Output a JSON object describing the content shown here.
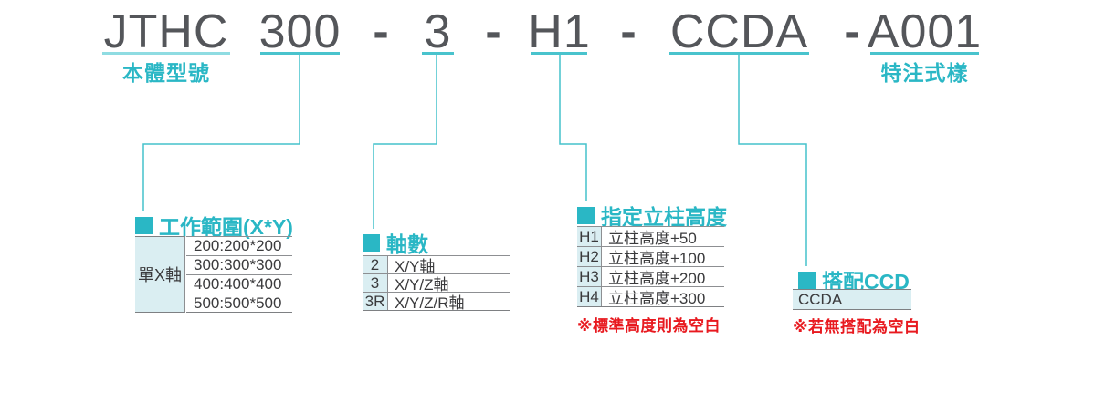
{
  "title_bar": {
    "separator": "-",
    "segments": [
      {
        "text": "JTHC",
        "sublabel": "本體型號"
      },
      {
        "text": "300"
      },
      {
        "text": "3"
      },
      {
        "text": "H1"
      },
      {
        "text": "CCDA"
      },
      {
        "text": "A001",
        "sublabel": "特注式樣"
      }
    ]
  },
  "panels": {
    "work_range": {
      "title": "工作範圍(X*Y)",
      "row_header": "單X軸",
      "values": [
        "200:200*200",
        "300:300*300",
        "400:400*400",
        "500:500*500"
      ]
    },
    "axis_count": {
      "title": "軸數",
      "rows": [
        {
          "code": "2",
          "desc": "X/Y軸"
        },
        {
          "code": "3",
          "desc": "X/Y/Z軸"
        },
        {
          "code": "3R",
          "desc": "X/Y/Z/R軸"
        }
      ]
    },
    "column_height": {
      "title": "指定立柱高度",
      "rows": [
        {
          "code": "H1",
          "desc": "立柱高度+50"
        },
        {
          "code": "H2",
          "desc": "立柱高度+100"
        },
        {
          "code": "H3",
          "desc": "立柱高度+200"
        },
        {
          "code": "H4",
          "desc": "立柱高度+300"
        }
      ],
      "note": "※標準高度則為空白"
    },
    "ccd": {
      "title": "搭配CCD",
      "value": "CCDA",
      "note": "※若無搭配為空白"
    }
  },
  "colors": {
    "teal": "#2ab7c5",
    "underline_light": "#8fdce2",
    "title_gray": "#54565a",
    "red": "#e8191f",
    "cell_bg": "#daeef2",
    "border_gray": "#7e8083"
  }
}
